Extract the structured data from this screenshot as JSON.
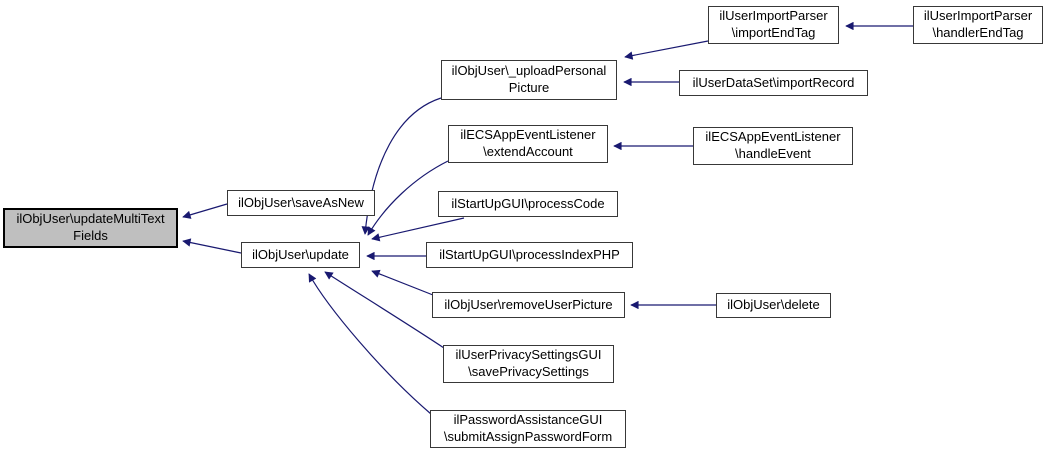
{
  "diagram": {
    "type": "doxygen-caller-graph",
    "background_color": "#ffffff",
    "edge_color": "#191970",
    "node_fill_color": "#ffffff",
    "node_border_color": "#383838",
    "highlight_fill_color": "#bfbfbf",
    "highlight_border_color": "#000000",
    "nodes": [
      {
        "id": "updateMultiTextFields",
        "label": "ilObjUser\\updateMultiText\nFields",
        "highlighted": true
      },
      {
        "id": "saveAsNew",
        "label": "ilObjUser\\saveAsNew",
        "highlighted": false
      },
      {
        "id": "update",
        "label": "ilObjUser\\update",
        "highlighted": false
      },
      {
        "id": "uploadPersonalPicture",
        "label": "ilObjUser\\_uploadPersonal\nPicture",
        "highlighted": false
      },
      {
        "id": "importEndTag",
        "label": "ilUserImportParser\n\\importEndTag",
        "highlighted": false
      },
      {
        "id": "handlerEndTag",
        "label": "ilUserImportParser\n\\handlerEndTag",
        "highlighted": false
      },
      {
        "id": "importRecord",
        "label": "ilUserDataSet\\importRecord",
        "highlighted": false
      },
      {
        "id": "extendAccount",
        "label": "ilECSAppEventListener\n\\extendAccount",
        "highlighted": false
      },
      {
        "id": "handleEvent",
        "label": "ilECSAppEventListener\n\\handleEvent",
        "highlighted": false
      },
      {
        "id": "processCode",
        "label": "ilStartUpGUI\\processCode",
        "highlighted": false
      },
      {
        "id": "processIndexPHP",
        "label": "ilStartUpGUI\\processIndexPHP",
        "highlighted": false
      },
      {
        "id": "removeUserPicture",
        "label": "ilObjUser\\removeUserPicture",
        "highlighted": false
      },
      {
        "id": "delete",
        "label": "ilObjUser\\delete",
        "highlighted": false
      },
      {
        "id": "savePrivacySettings",
        "label": "ilUserPrivacySettingsGUI\n\\savePrivacySettings",
        "highlighted": false
      },
      {
        "id": "submitAssignPasswordForm",
        "label": "ilPasswordAssistanceGUI\n\\submitAssignPasswordForm",
        "highlighted": false
      }
    ],
    "edges": [
      {
        "from": "saveAsNew",
        "to": "updateMultiTextFields"
      },
      {
        "from": "update",
        "to": "updateMultiTextFields"
      },
      {
        "from": "uploadPersonalPicture",
        "to": "update"
      },
      {
        "from": "extendAccount",
        "to": "update"
      },
      {
        "from": "processCode",
        "to": "update"
      },
      {
        "from": "processIndexPHP",
        "to": "update"
      },
      {
        "from": "removeUserPicture",
        "to": "update"
      },
      {
        "from": "savePrivacySettings",
        "to": "update"
      },
      {
        "from": "submitAssignPasswordForm",
        "to": "update"
      },
      {
        "from": "importEndTag",
        "to": "uploadPersonalPicture"
      },
      {
        "from": "importRecord",
        "to": "uploadPersonalPicture"
      },
      {
        "from": "handlerEndTag",
        "to": "importEndTag"
      },
      {
        "from": "handleEvent",
        "to": "extendAccount"
      },
      {
        "from": "delete",
        "to": "removeUserPicture"
      }
    ]
  }
}
